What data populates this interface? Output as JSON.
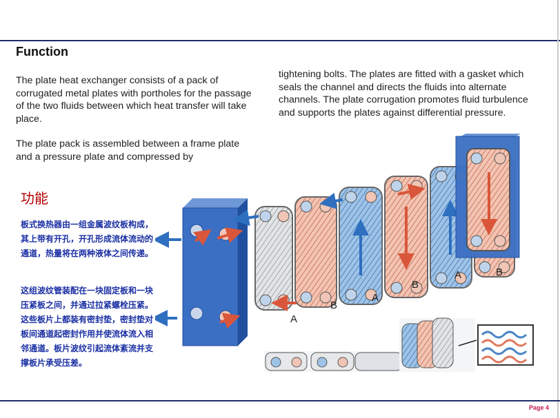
{
  "heading": "Function",
  "english": {
    "para1": "The plate heat exchanger consists of a pack of corrugated metal plates with portholes for the passage of the two fluids between which heat transfer will take place.",
    "para2": "The plate pack is assembled between a frame plate and a pressure plate and compressed by",
    "para3": "tightening bolts. The plates are fitted with a gasket which seals the channel and directs the fluids into alternate channels. The plate corrugation promotes fluid turbulence and supports the plates against differential pressure."
  },
  "chinese": {
    "title": "功能",
    "para1": "板式换热器由一组金属波纹板构成，其上带有开孔，开孔形成流体流动的通道，热量将在两种液体之间传递。",
    "para2": "这组波纹管装配在一块固定板和一块压紧板之间，并通过拉紧螺栓压紧。这些板片上都装有密封垫，密封垫对板间通道起密封作用并使流体流入相邻通道。板片波纹引起流体紊流并支撑板片承受压差。"
  },
  "diagram": {
    "plate_labels": [
      "A",
      "B",
      "A",
      "B",
      "A",
      "B"
    ],
    "colors": {
      "frame": "#3b6fc4",
      "hot": "#e07a5f",
      "cold": "#4a86c5",
      "plate_bg": "#e9ecef"
    }
  },
  "footer": {
    "page": "Page 4"
  }
}
